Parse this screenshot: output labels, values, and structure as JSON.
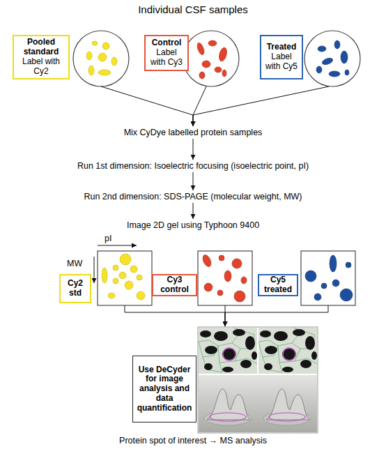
{
  "diagram": {
    "title": "Individual CSF samples",
    "nodes": [
      {
        "text": [
          "Pooled standard",
          "Label with Cy2"
        ]
      },
      {
        "text": [
          "Control",
          "Label with Cy3"
        ]
      },
      {
        "text": [
          "Treated",
          "Label with Cy5"
        ]
      },
      {
        "text": [
          "Mix CyDye labelled protein samples"
        ]
      },
      {
        "text": [
          "Run 1st dimension: Isoelectric focusing (isoelectric point, pI)"
        ]
      },
      {
        "text": [
          "Run 2nd dimension: SDS-PAGE (molecular weight, MW)"
        ]
      },
      {
        "text": [
          "Image 2D gel using Typhoon 9400"
        ]
      },
      {
        "text": [
          "Cy2 std"
        ]
      },
      {
        "text": [
          "Cy3 control"
        ]
      },
      {
        "text": [
          "Cy5 treated"
        ]
      },
      {
        "text": [
          "Use DeCyder for image analysis and data quantification"
        ]
      },
      {
        "text": [
          "Protein spot of interest → MS analysis"
        ]
      }
    ],
    "edges": [
      {
        "from": 0,
        "to": 3,
        "arrow": "to"
      },
      {
        "from": 1,
        "to": 3,
        "arrow": "to"
      },
      {
        "from": 2,
        "to": 3,
        "arrow": "to"
      },
      {
        "from": 3,
        "to": 4,
        "arrow": "to"
      },
      {
        "from": 4,
        "to": 5,
        "arrow": "to"
      },
      {
        "from": 5,
        "to": 6,
        "arrow": "to"
      },
      {
        "from": 7,
        "to": 10,
        "arrow": "to"
      },
      {
        "from": 8,
        "to": 10,
        "arrow": "to"
      },
      {
        "from": 9,
        "to": 10,
        "arrow": "to"
      }
    ],
    "labels": [
      "pI",
      "MW"
    ]
  }
}
